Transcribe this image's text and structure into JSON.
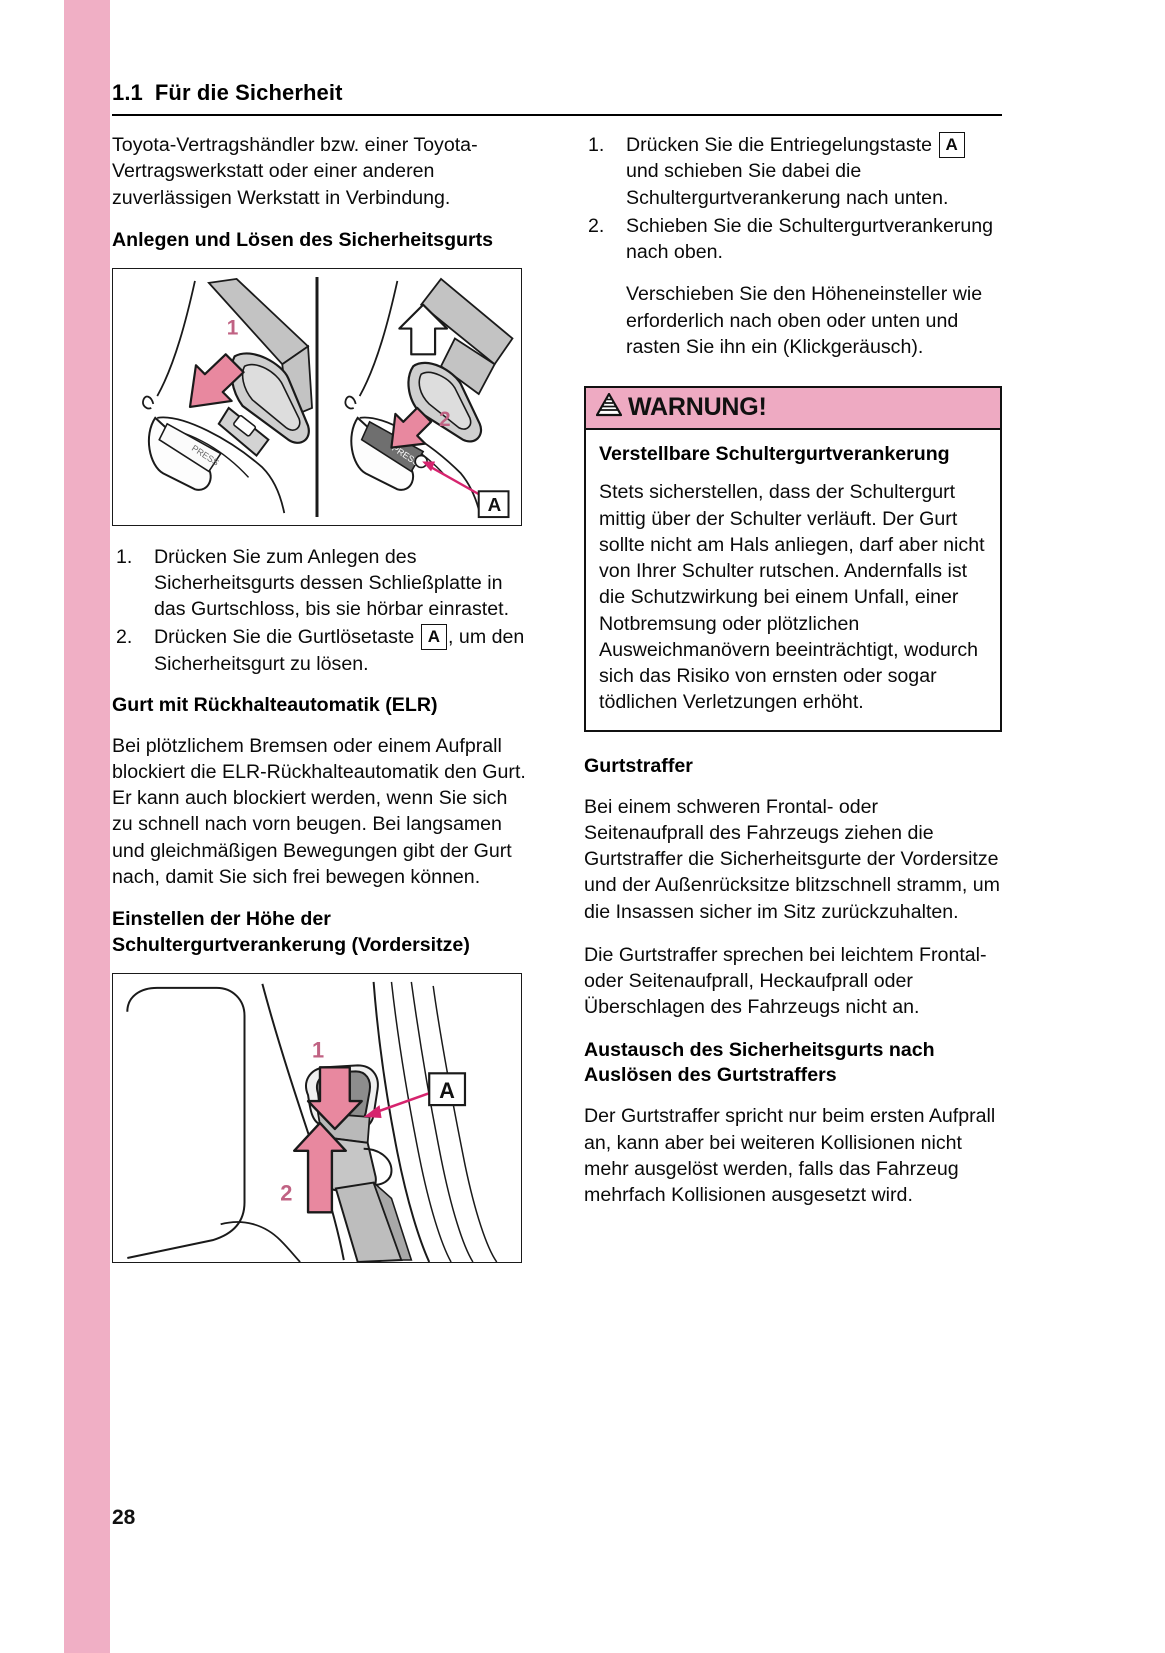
{
  "chapter": {
    "number": "1.1",
    "title": "Für die Sicherheit"
  },
  "page_number": "28",
  "left_column": {
    "intro_paragraph": "Toyota-Vertragshändler bzw. einer Toyota-Vertragswerkstatt oder einer anderen zuverlässigen Werkstatt in Verbindung.",
    "heading_buckle": "Anlegen und Lösen des Sicherheitsgurts",
    "figure_buckle": {
      "name": "seat-belt-buckle-illustration",
      "callout_1": "1",
      "callout_2": "2",
      "callout_letter": "A"
    },
    "steps_buckle": [
      {
        "marker": "1.",
        "text": "Drücken Sie zum Anlegen des Sicherheitsgurts dessen Schließplatte in das Gurtschloss, bis sie hörbar einrastet."
      },
      {
        "marker": "2.",
        "text_before": "Drücken Sie die Gurtlösetaste",
        "letter": "A",
        "text_after": ", um den Sicherheitsgurt zu lösen."
      }
    ],
    "heading_elr": "Gurt mit Rückhalteautomatik (ELR)",
    "paragraph_elr": "Bei plötzlichem Bremsen oder einem Aufprall blockiert die ELR-Rückhalteautomatik den Gurt. Er kann auch blockiert werden, wenn Sie sich zu schnell nach vorn beugen. Bei langsamen und gleichmäßigen Bewegungen gibt der Gurt nach, damit Sie sich frei bewegen können.",
    "heading_height": "Einstellen der Höhe der Schultergurtverankerung (Vordersitze)",
    "figure_anchor": {
      "name": "shoulder-belt-anchor-illustration",
      "callout_1": "1",
      "callout_2": "2",
      "callout_letter": "A"
    }
  },
  "right_column": {
    "steps_height": [
      {
        "marker": "1.",
        "text_before": "Drücken Sie die Entriegelungstaste",
        "letter": "A",
        "text_after": "und schieben Sie dabei die Schultergurtverankerung nach unten."
      },
      {
        "marker": "2.",
        "text": "Schieben Sie die Schultergurtverankerung nach oben."
      }
    ],
    "note_height": "Verschieben Sie den Höheneinsteller wie erforderlich nach oben oder unten und rasten Sie ihn ein (Klickgeräusch).",
    "warning": {
      "label": "WARNUNG!",
      "icon": "warning-triangle-icon",
      "subtitle": "Verstellbare Schultergurtverankerung",
      "body": "Stets sicherstellen, dass der Schultergurt mittig über der Schulter verläuft. Der Gurt sollte nicht am Hals anliegen, darf aber nicht von Ihrer Schulter rutschen. Andernfalls ist die Schutzwirkung bei einem Unfall, einer Notbremsung oder plötzlichen Ausweichmanövern beeinträchtigt, wodurch sich das Risiko von ernsten oder sogar tödlichen Verletzungen erhöht."
    },
    "heading_pretensioner": "Gurtstraffer",
    "paragraph_pretensioner_1": "Bei einem schweren Frontal- oder Seitenaufprall des Fahrzeugs ziehen die Gurtstraffer die Sicherheitsgurte der Vordersitze und der Außenrücksitze blitzschnell stramm, um die Insassen sicher im Sitz zurückzuhalten.",
    "paragraph_pretensioner_2": "Die Gurtstraffer sprechen bei leichtem Frontal- oder Seitenaufprall, Heckaufprall oder Überschlagen des Fahrzeugs nicht an.",
    "heading_replacement": "Austausch des Sicherheitsgurts nach Auslösen des Gurtstraffers",
    "paragraph_replacement": "Der Gurtstraffer spricht nur beim ersten Aufprall an, kann aber bei weiteren Kollisionen nicht mehr ausgelöst werden, falls das Fahrzeug mehrfach Kollisionen ausgesetzt wird."
  },
  "colors": {
    "tab_pink": "#f0afc5",
    "warning_pink": "#eeaac2",
    "arrow_pink": "#e8889f",
    "magenta_leader": "#d6246e",
    "illustration_grey": "#b5b5b5"
  }
}
